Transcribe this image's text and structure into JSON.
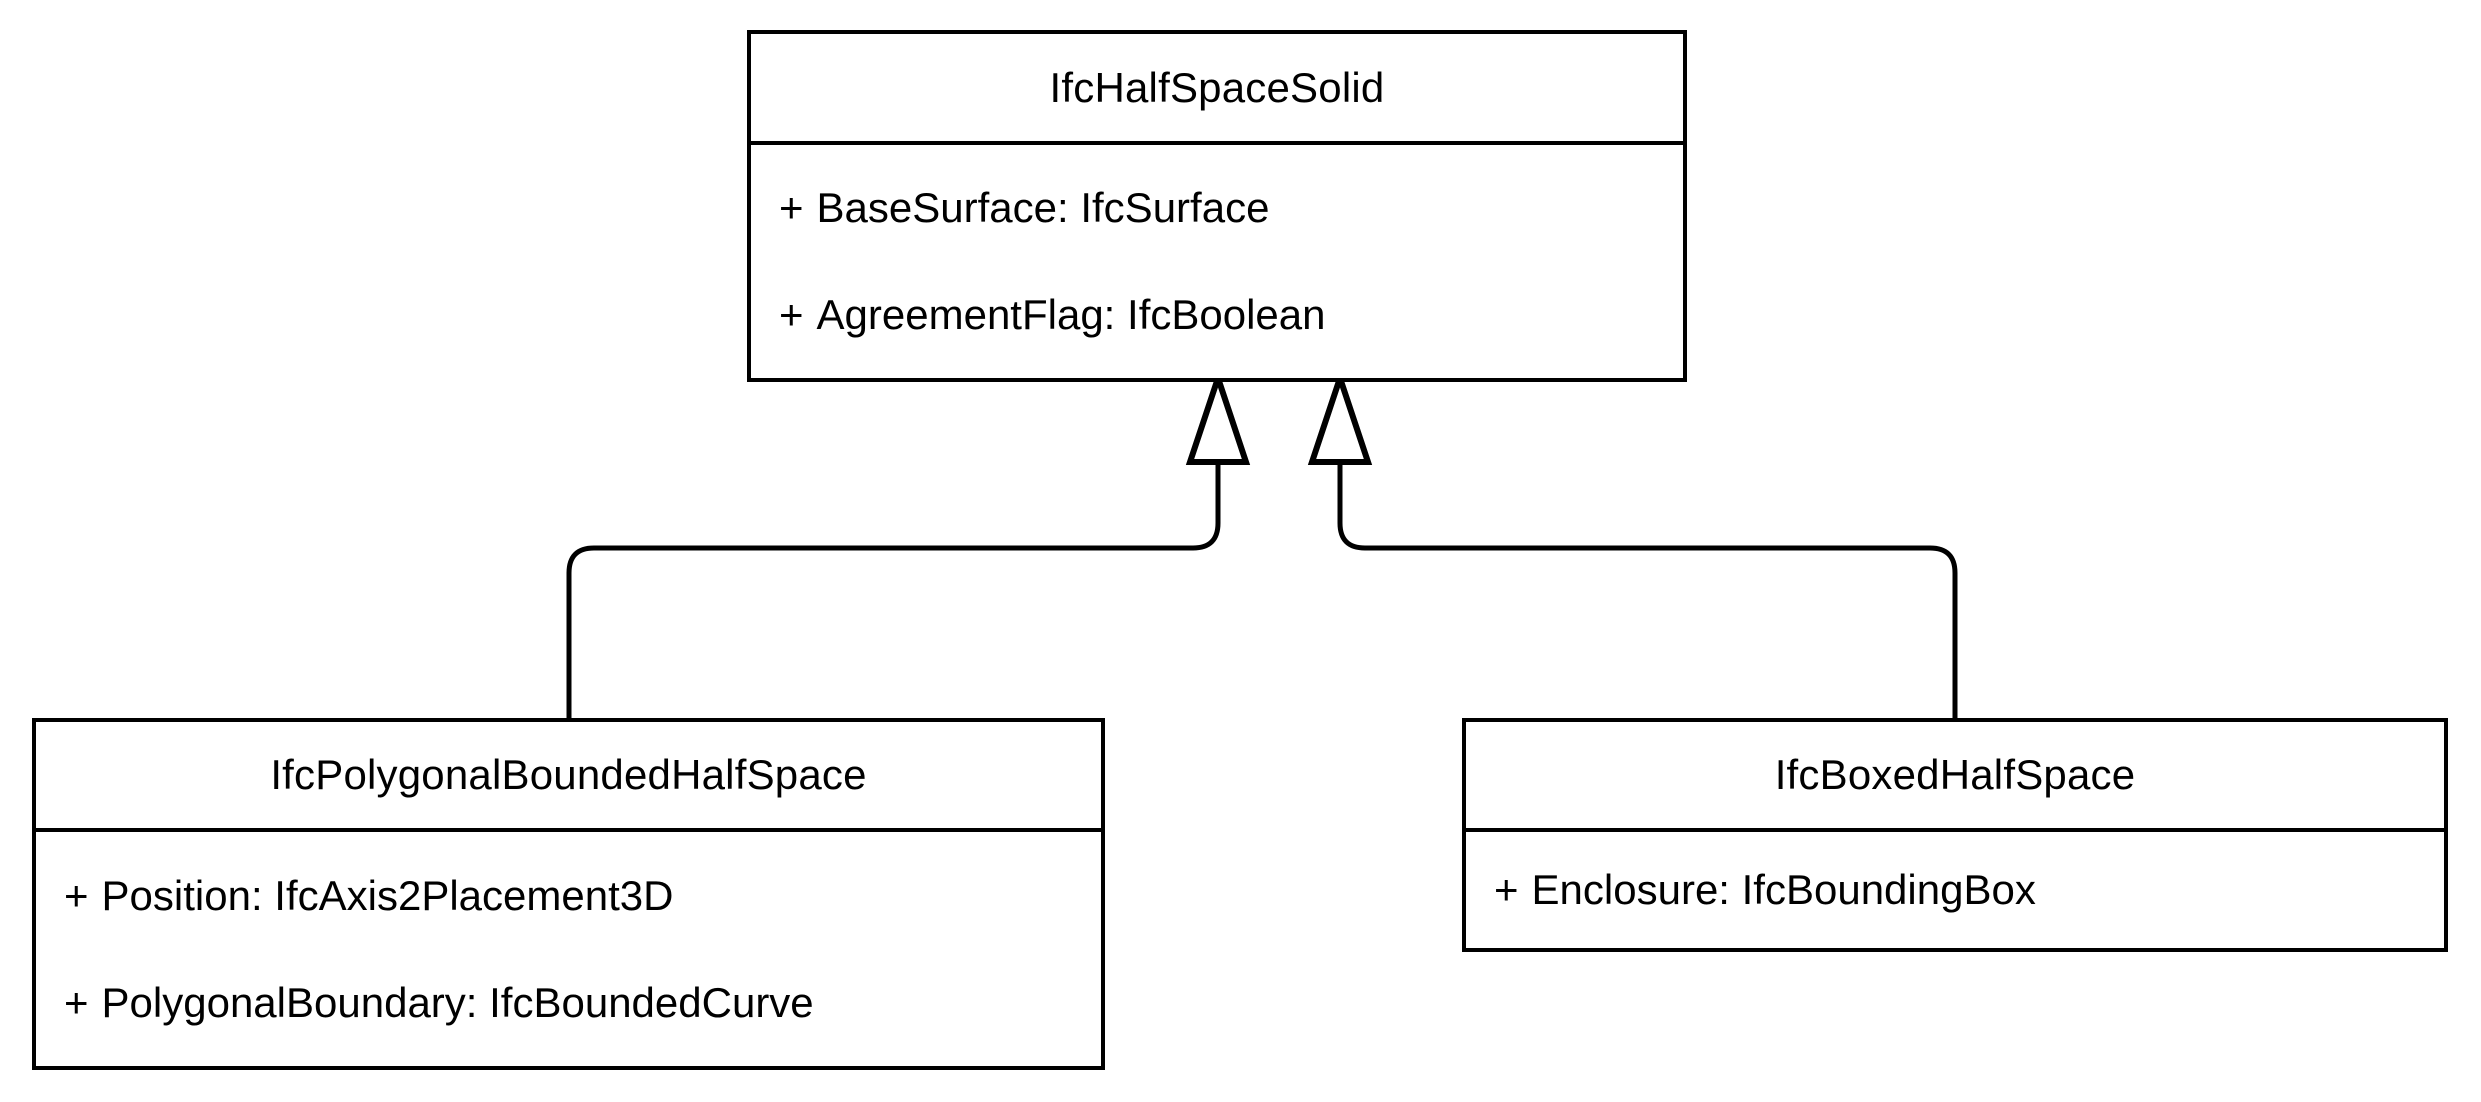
{
  "diagram": {
    "type": "uml-class-diagram",
    "background_color": "#ffffff",
    "line_color": "#000000",
    "text_color": "#000000",
    "classes": [
      {
        "id": "IfcHalfSpaceSolid",
        "name": "IfcHalfSpaceSolid",
        "role": "superclass",
        "attributes": [
          {
            "visibility": "+",
            "text": "BaseSurface: IfcSurface",
            "name": "BaseSurface",
            "type": "IfcSurface"
          },
          {
            "visibility": "+",
            "text": "AgreementFlag: IfcBoolean",
            "name": "AgreementFlag",
            "type": "IfcBoolean"
          }
        ]
      },
      {
        "id": "IfcPolygonalBoundedHalfSpace",
        "name": "IfcPolygonalBoundedHalfSpace",
        "role": "subclass",
        "attributes": [
          {
            "visibility": "+",
            "text": "Position: IfcAxis2Placement3D",
            "name": "Position",
            "type": "IfcAxis2Placement3D"
          },
          {
            "visibility": "+",
            "text": "PolygonalBoundary: IfcBoundedCurve",
            "name": "PolygonalBoundary",
            "type": "IfcBoundedCurve"
          }
        ]
      },
      {
        "id": "IfcBoxedHalfSpace",
        "name": "IfcBoxedHalfSpace",
        "role": "subclass",
        "attributes": [
          {
            "visibility": "+",
            "text": "Enclosure: IfcBoundingBox",
            "name": "Enclosure",
            "type": "IfcBoundingBox"
          }
        ]
      }
    ],
    "relationships": [
      {
        "kind": "generalization",
        "from": "IfcPolygonalBoundedHalfSpace",
        "to": "IfcHalfSpaceSolid",
        "arrow": "hollow-triangle"
      },
      {
        "kind": "generalization",
        "from": "IfcBoxedHalfSpace",
        "to": "IfcHalfSpaceSolid",
        "arrow": "hollow-triangle"
      }
    ]
  }
}
